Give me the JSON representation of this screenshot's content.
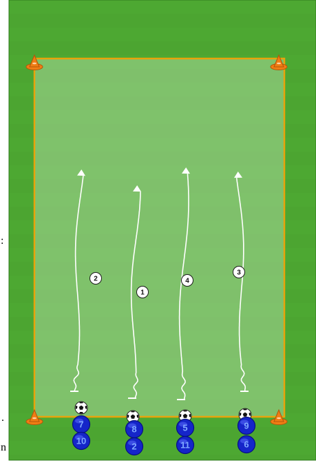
{
  "diagram": {
    "colors": {
      "grass": "#4da832",
      "grass_dark": "#3c8f25",
      "zone_fill": "#a9d79a",
      "boundary": "#e8a30c",
      "cone": "#f07d14",
      "run_path": "#ffffff",
      "player_fill": "#1525c9",
      "player_stroke": "#071080",
      "player_number": "#7fa8ff"
    },
    "cones": [
      {
        "id": "top-left",
        "icon": "cone-icon"
      },
      {
        "id": "top-right",
        "icon": "cone-icon"
      },
      {
        "id": "bottom-left",
        "icon": "cone-icon"
      },
      {
        "id": "bottom-right",
        "icon": "cone-icon"
      }
    ],
    "dribble_runs": [
      {
        "label": "2"
      },
      {
        "label": "1"
      },
      {
        "label": "4"
      },
      {
        "label": "3"
      }
    ],
    "balls": [
      {
        "icon": "soccer-ball-icon"
      },
      {
        "icon": "soccer-ball-icon"
      },
      {
        "icon": "soccer-ball-icon"
      },
      {
        "icon": "soccer-ball-icon"
      }
    ],
    "player_queues": [
      {
        "players": [
          "7",
          "10"
        ]
      },
      {
        "players": [
          "8",
          "2"
        ]
      },
      {
        "players": [
          "5",
          "11"
        ]
      },
      {
        "players": [
          "9",
          "6"
        ]
      }
    ]
  },
  "stray_text": {
    "colon": ":",
    "dot": ".",
    "letter_n": "n"
  }
}
